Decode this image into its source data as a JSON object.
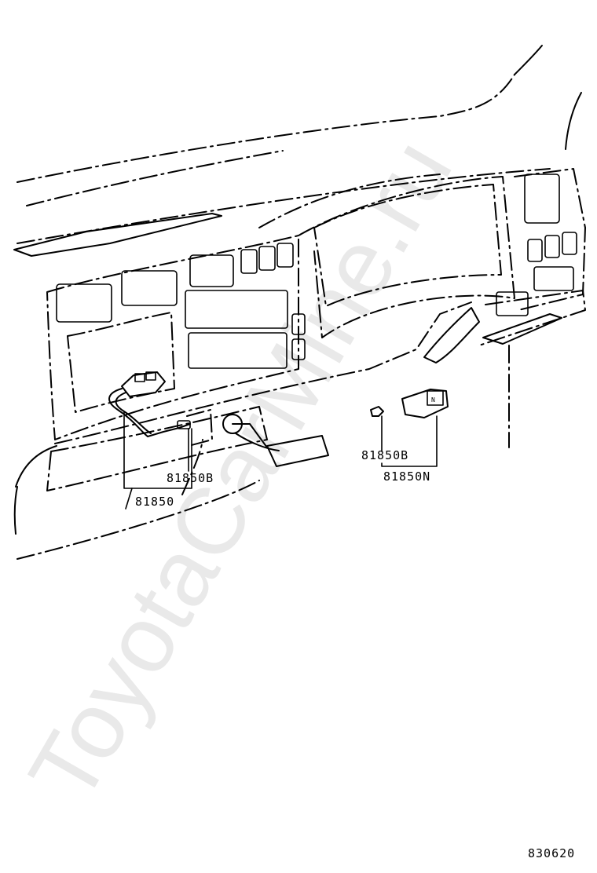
{
  "watermark": "ToyotaCarMine.ru",
  "diagram_code": "830620",
  "parts": {
    "left_bulb": "81850B",
    "left_socket": "81850",
    "right_bulb": "81850B",
    "right_switch": "81850N"
  }
}
